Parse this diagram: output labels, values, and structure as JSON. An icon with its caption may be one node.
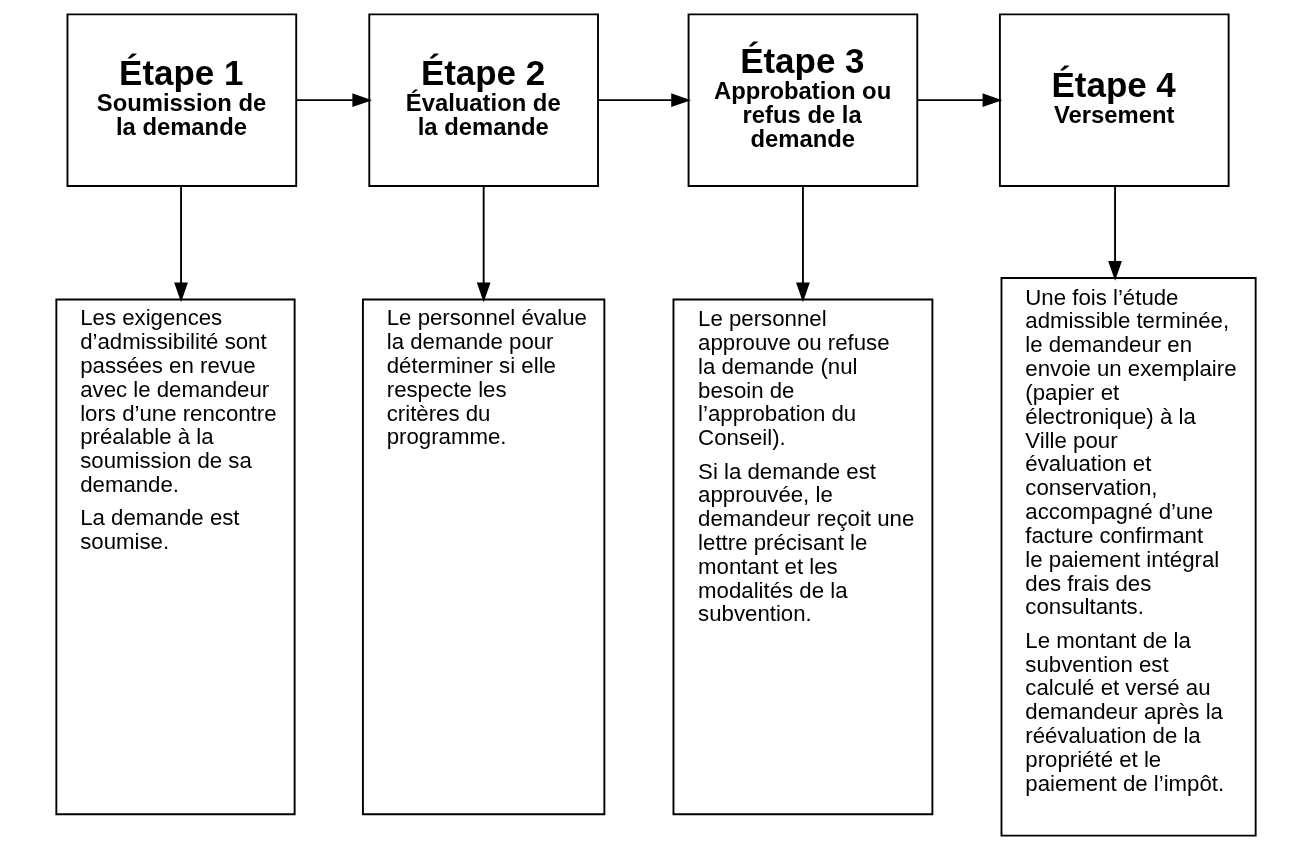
{
  "diagram": {
    "nodes": [
      {
        "text": [
          "Étape 1",
          "Soumission de la demande"
        ]
      },
      {
        "text": [
          "Étape 2",
          "Évaluation de la demande"
        ]
      },
      {
        "text": [
          "Étape 3",
          "Approbation ou refus de la demande"
        ]
      },
      {
        "text": [
          "Étape 4",
          "Versement"
        ]
      },
      {
        "text": [
          "Les exigences d’admissibilité sont passées en revue avec le demandeur lors d’une rencontre préalable à la soumission de sa demande.",
          "La demande est soumise."
        ]
      },
      {
        "text": [
          "Le personnel évalue la demande pour déterminer si elle respecte les critères du programme."
        ]
      },
      {
        "text": [
          "Le personnel approuve ou refuse la demande (nul besoin de l’approbation du Conseil).",
          "Si la demande est approuvée, le demandeur reçoit une lettre précisant le montant et les modalités de la subvention."
        ]
      },
      {
        "text": [
          "Une fois l’étude admissible terminée, le demandeur en envoie un exemplaire (papier et électronique) à la Ville pour évaluation et conservation, accompagné d’une facture confirmant le paiement intégral des frais des consultants.",
          "Le montant de la subvention est calculé et versé au demandeur après la réévaluation de la propriété et le paiement de l’impôt."
        ]
      }
    ],
    "edges": [
      {
        "from": 0,
        "to": 1,
        "arrow": "to"
      },
      {
        "from": 1,
        "to": 2,
        "arrow": "to"
      },
      {
        "from": 2,
        "to": 3,
        "arrow": "to"
      },
      {
        "from": 0,
        "to": 4,
        "arrow": "to"
      },
      {
        "from": 1,
        "to": 5,
        "arrow": "to"
      },
      {
        "from": 2,
        "to": 6,
        "arrow": "to"
      },
      {
        "from": 3,
        "to": 7,
        "arrow": "to"
      }
    ]
  }
}
